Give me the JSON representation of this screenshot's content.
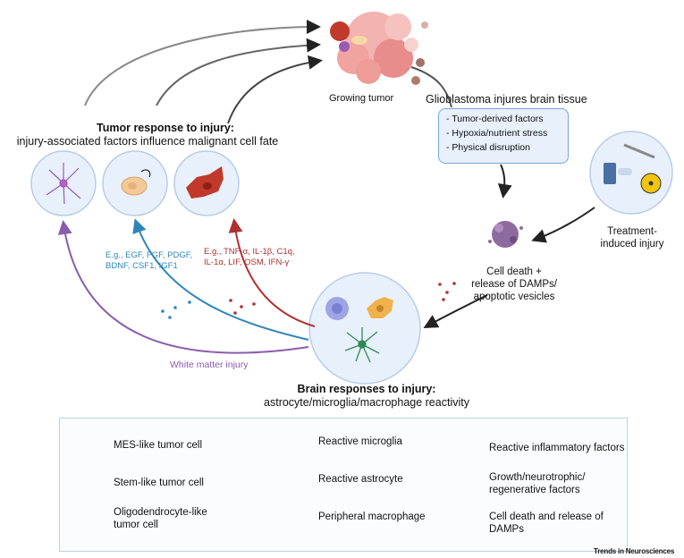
{
  "tumor": {
    "label": "Growing tumor",
    "response_title": "Tumor response to injury:",
    "response_subtitle": "injury-associated factors influence malignant cell fate"
  },
  "glioblastoma": {
    "label": "Glioblastoma injures brain tissue",
    "factors": [
      "- Tumor-derived factors",
      "- Hypoxia/nutrient stress",
      "- Physical disruption"
    ]
  },
  "treatment": {
    "line1": "Treatment-",
    "line2": "induced injury"
  },
  "cell_death": {
    "line1": "Cell death +",
    "line2": "release of DAMPs/",
    "line3": "apoptotic vesicles"
  },
  "growth_factors": {
    "line1": "E.g., EGF, FGF, PDGF,",
    "line2": "BDNF, CSF1, IGF1"
  },
  "inflammatory_factors": {
    "line1": "E.g., TNF-α, IL-1β, C1q,",
    "line2": "IL-1α, LIF, OSM, IFN-γ"
  },
  "white_matter": "White matter injury",
  "brain": {
    "title": "Brain responses to injury:",
    "subtitle": "astrocyte/microglia/macrophage reactivity"
  },
  "legend": {
    "mes": "MES-like tumor cell",
    "stem": "Stem-like tumor cell",
    "oligo_line1": "Oligodendrocyte-like",
    "oligo_line2": "tumor cell",
    "microglia": "Reactive microglia",
    "astrocyte": "Reactive astrocyte",
    "macrophage": "Peripheral macrophage",
    "inflammatory": "Reactive inflammatory factors",
    "growth_line1": "Growth/neurotrophic/",
    "growth_line2": "regenerative factors",
    "damps": "Cell death and release of DAMPs"
  },
  "footer": "Trends in Neurosciences",
  "colors": {
    "blue": "#2d86ba",
    "red": "#b03030",
    "purple": "#8a5cae",
    "box_border": "#7aa6d8"
  }
}
